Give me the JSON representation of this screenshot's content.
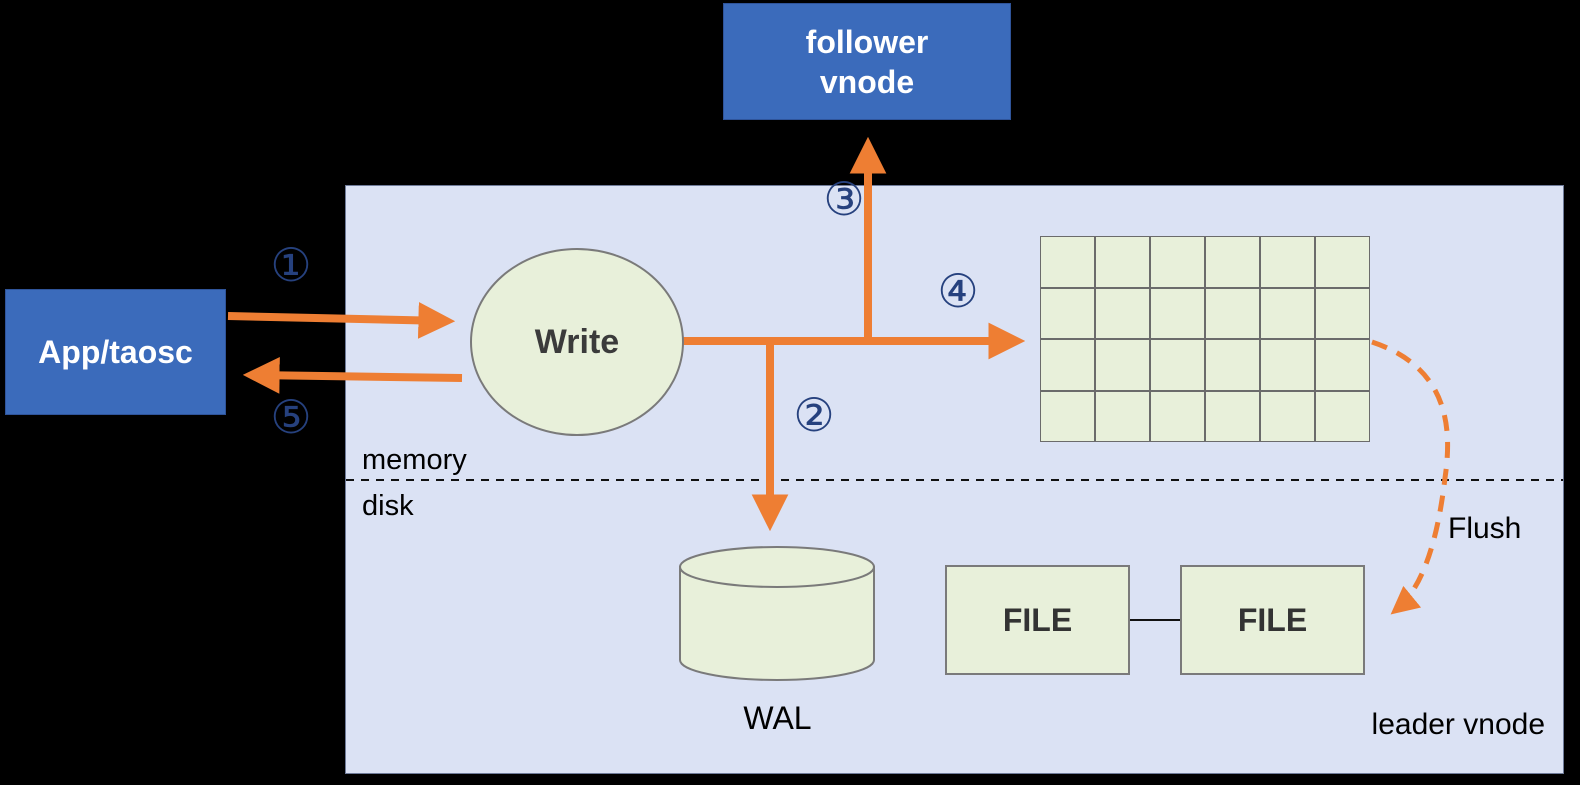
{
  "colors": {
    "background": "#000000",
    "node_blue": "#3B6BBB",
    "node_green": "#E8F0DA",
    "container_lavender": "#DBE2F4",
    "arrow_orange": "#EE7E33",
    "step_navy": "#26417E"
  },
  "nodes": {
    "app": {
      "label": "App/taosc"
    },
    "follower": {
      "line1": "follower",
      "line2": "vnode"
    },
    "write": {
      "label": "Write"
    },
    "wal": {
      "label": "WAL"
    },
    "file1": {
      "label": "FILE"
    },
    "file2": {
      "label": "FILE"
    }
  },
  "labels": {
    "memory": "memory",
    "disk": "disk",
    "flush": "Flush",
    "leader": "leader vnode"
  },
  "steps": {
    "s1": "①",
    "s2": "②",
    "s3": "③",
    "s4": "④",
    "s5": "⑤"
  },
  "grid": {
    "rows": 4,
    "cols": 6
  }
}
